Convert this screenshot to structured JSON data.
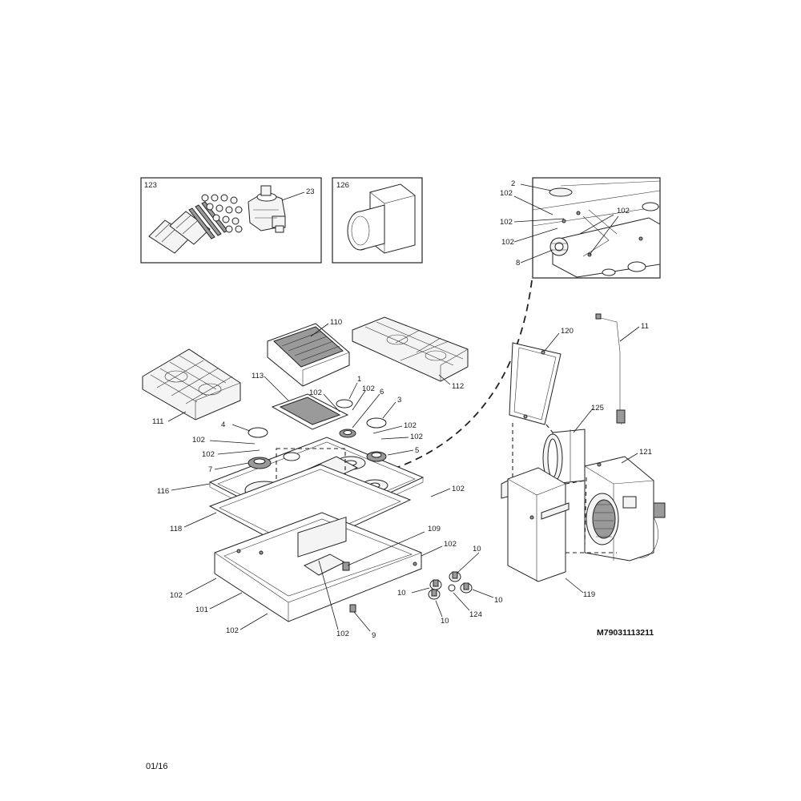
{
  "diagram": {
    "drawing_code": "M79031113211",
    "page_number": "01/16",
    "inset_boxes": [
      {
        "id": "123",
        "label": "123"
      },
      {
        "id": "126",
        "label": "126"
      }
    ],
    "callouts": [
      {
        "id": "c23",
        "text": "23"
      },
      {
        "id": "c2",
        "text": "2"
      },
      {
        "id": "c102a",
        "text": "102"
      },
      {
        "id": "c102b",
        "text": "102"
      },
      {
        "id": "c102c",
        "text": "102"
      },
      {
        "id": "c102d",
        "text": "102"
      },
      {
        "id": "c8",
        "text": "8"
      },
      {
        "id": "c110",
        "text": "110"
      },
      {
        "id": "c111",
        "text": "111"
      },
      {
        "id": "c112",
        "text": "112"
      },
      {
        "id": "c113",
        "text": "113"
      },
      {
        "id": "c102e",
        "text": "102"
      },
      {
        "id": "c1",
        "text": "1"
      },
      {
        "id": "c102f",
        "text": "102"
      },
      {
        "id": "c6",
        "text": "6"
      },
      {
        "id": "c3",
        "text": "3"
      },
      {
        "id": "c4",
        "text": "4"
      },
      {
        "id": "c102g",
        "text": "102"
      },
      {
        "id": "c102h",
        "text": "102"
      },
      {
        "id": "c102i",
        "text": "102"
      },
      {
        "id": "c102j",
        "text": "102"
      },
      {
        "id": "c5",
        "text": "5"
      },
      {
        "id": "c7",
        "text": "7"
      },
      {
        "id": "c116",
        "text": "116"
      },
      {
        "id": "c102k",
        "text": "102"
      },
      {
        "id": "c118",
        "text": "118"
      },
      {
        "id": "c109",
        "text": "109"
      },
      {
        "id": "c102l",
        "text": "102"
      },
      {
        "id": "c102m",
        "text": "102"
      },
      {
        "id": "c101",
        "text": "101"
      },
      {
        "id": "c102n",
        "text": "102"
      },
      {
        "id": "c102o",
        "text": "102"
      },
      {
        "id": "c9",
        "text": "9"
      },
      {
        "id": "c10a",
        "text": "10"
      },
      {
        "id": "c10b",
        "text": "10"
      },
      {
        "id": "c10c",
        "text": "10"
      },
      {
        "id": "c10d",
        "text": "10"
      },
      {
        "id": "c124",
        "text": "124"
      },
      {
        "id": "c120",
        "text": "120"
      },
      {
        "id": "c11",
        "text": "11"
      },
      {
        "id": "c125",
        "text": "125"
      },
      {
        "id": "c121",
        "text": "121"
      },
      {
        "id": "c119",
        "text": "119"
      }
    ]
  }
}
